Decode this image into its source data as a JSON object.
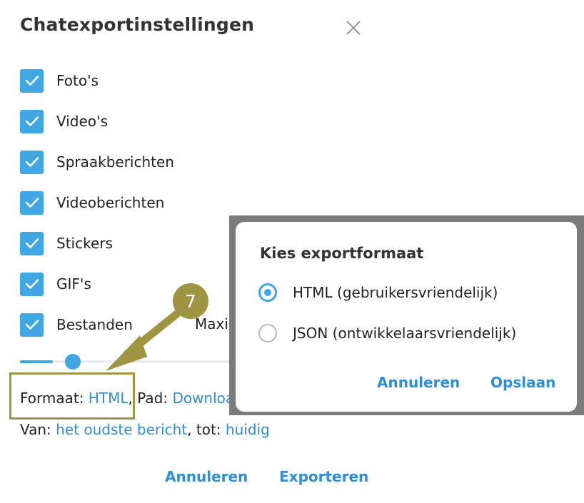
{
  "dialog": {
    "title": "Chatexportinstellingen",
    "options": [
      {
        "label": "Foto's",
        "checked": true
      },
      {
        "label": "Video's",
        "checked": true
      },
      {
        "label": "Spraakberichten",
        "checked": true
      },
      {
        "label": "Videoberichten",
        "checked": true
      },
      {
        "label": "Stickers",
        "checked": true
      },
      {
        "label": "GIF's",
        "checked": true
      },
      {
        "label": "Bestanden",
        "checked": true
      }
    ],
    "max_size_label": "Maxi",
    "slider_value_fraction": 0.15,
    "format_line": {
      "prefix": "Formaat: ",
      "format_value": "HTML",
      "separator": ", Pad: ",
      "path_value": "Downloa"
    },
    "range_line": {
      "prefix": "Van: ",
      "from_value": "het oudste bericht",
      "separator": ", tot: ",
      "to_value": "huidig"
    },
    "cancel_label": "Annuleren",
    "export_label": "Exporteren"
  },
  "format_dialog": {
    "title": "Kies exportformaat",
    "options": [
      {
        "label": "HTML (gebruikersvriendelijk)",
        "selected": true
      },
      {
        "label": "JSON (ontwikkelaarsvriendelijk)",
        "selected": false
      }
    ],
    "cancel_label": "Annuleren",
    "save_label": "Opslaan"
  },
  "callout": {
    "number": "7"
  },
  "colors": {
    "accent": "#40a7e3",
    "link": "#2f8fd6",
    "annotation": "#9e9442",
    "overlay": "#7b7b7b"
  }
}
